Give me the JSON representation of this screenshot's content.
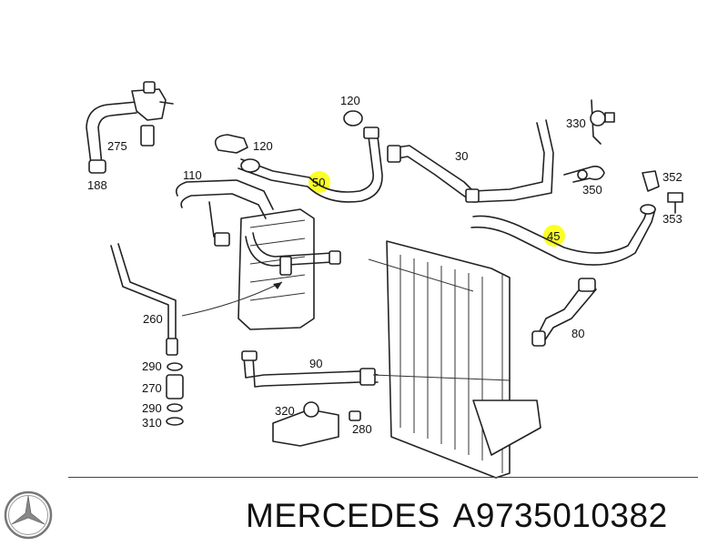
{
  "labels": {
    "l275": "275",
    "l188": "188",
    "l120a": "120",
    "l120b": "120",
    "l110": "110",
    "l50": "50",
    "l30": "30",
    "l330": "330",
    "l352": "352",
    "l350": "350",
    "l353": "353",
    "l45": "45",
    "l80": "80",
    "l260": "260",
    "l90": "90",
    "l290a": "290",
    "l270": "270",
    "l290b": "290",
    "l310": "310",
    "l320": "320",
    "l280": "280"
  },
  "footer": {
    "brand": "MERCEDES",
    "part_number": "A9735010382"
  },
  "logo": "mercedes-star-logo",
  "colors": {
    "highlight": "#fbff00",
    "line": "#222222"
  }
}
